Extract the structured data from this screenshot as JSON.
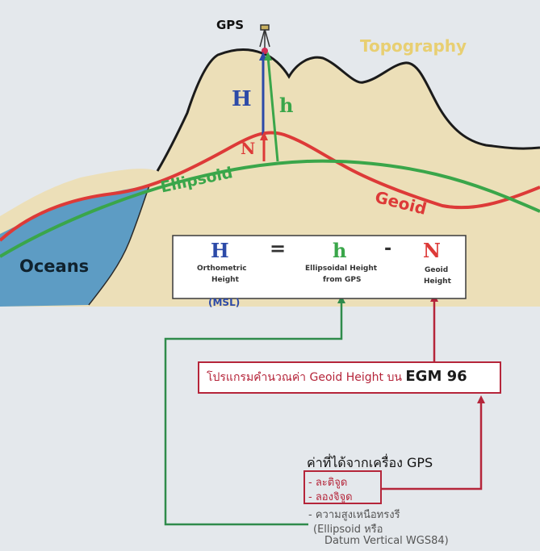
{
  "labels": {
    "gps": "GPS",
    "topography": "Topography",
    "ellipsoid": "Ellipsoid",
    "geoid": "Geoid",
    "oceans": "Oceans",
    "H": "H",
    "h": "h",
    "N": "N"
  },
  "formula": {
    "H": "H",
    "eq": "=",
    "h": "h",
    "minus": "-",
    "N": "N",
    "H_caption_1": "Orthometric",
    "H_caption_2": "Height",
    "h_caption_1": "Ellipsoidal Height",
    "h_caption_2": "from GPS",
    "N_caption_1": "Geoid",
    "N_caption_2": "Height",
    "msl": "(MSL)"
  },
  "egm_box": {
    "text_thai": "โปรแกรมคำนวณค่า Geoid Height บน ",
    "text_model": "EGM 96"
  },
  "gps_values": {
    "title": "ค่าที่ได้จากเครื่อง GPS",
    "items": [
      "- ละติจูด",
      "- ลองจิจูด",
      "- ความสูงเหนือทรงรี",
      "(Ellipsoid หรือ",
      "Datum Vertical WGS84)"
    ]
  },
  "colors": {
    "sky": "#e4e8ec",
    "land": "#ecdfb8",
    "ocean": "#5d9cc4",
    "geoid": "#dd3a38",
    "ellipsoid": "#3aa64a",
    "ortho": "#2c4aa8",
    "topography_label": "#e8cf72",
    "connector_red": "#b5253a",
    "connector_green": "#2f8b4b"
  }
}
